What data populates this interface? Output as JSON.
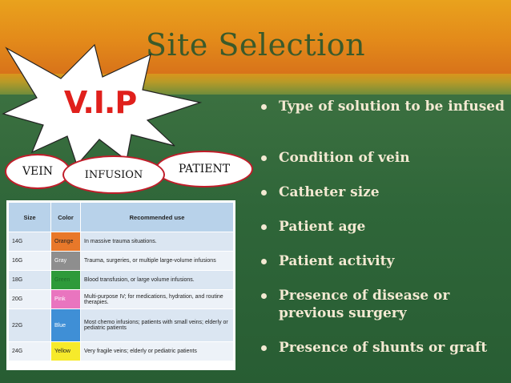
{
  "slide": {
    "title": "Site Selection",
    "colors": {
      "top": "#e38a1a",
      "main": "#2f6639",
      "title": "#3b5a2a",
      "accent_red": "#e0201c"
    }
  },
  "callout": {
    "burst_text": "V.I.P",
    "ovals": [
      "VEIN",
      "INFUSION",
      "PATIENT"
    ]
  },
  "table": {
    "headers": [
      "Size",
      "Color",
      "Recommended use"
    ],
    "rows": [
      {
        "size": "14G",
        "color": "Orange",
        "use": "In massive trauma situations."
      },
      {
        "size": "16G",
        "color": "Gray",
        "use": "Trauma, surgeries, or multiple large-volume infusions"
      },
      {
        "size": "18G",
        "color": "Green",
        "use": "Blood transfusion, or large volume infusions."
      },
      {
        "size": "20G",
        "color": "Pink",
        "use": "Multi-purpose IV; for medications, hydration, and routine therapies."
      },
      {
        "size": "22G",
        "color": "Blue",
        "use": "Most chemo infusions; patients with small veins; elderly or pediatric patients"
      },
      {
        "size": "24G",
        "color": "Yellow",
        "use": "Very fragile veins; elderly or pediatric patients"
      }
    ]
  },
  "bullets": [
    "Type of solution to be infused",
    "Condition of vein",
    "Catheter size",
    "Patient age",
    "Patient activity",
    "Presence of disease or previous surgery",
    "Presence of shunts or graft"
  ]
}
